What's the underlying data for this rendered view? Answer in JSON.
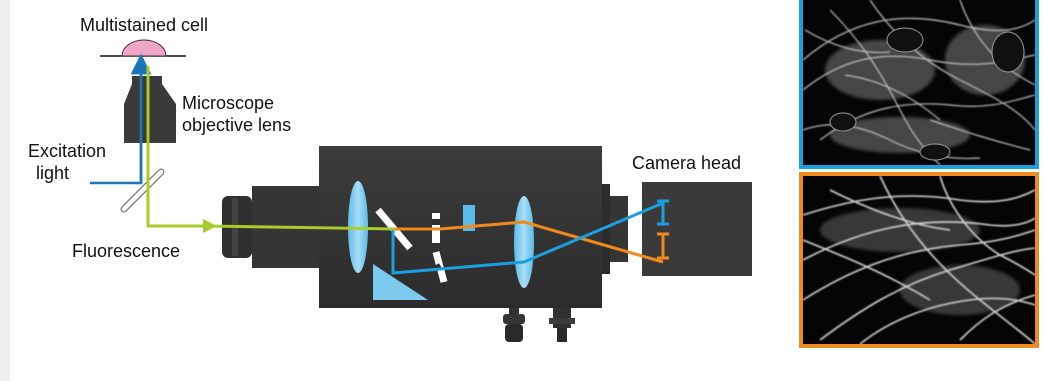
{
  "labels": {
    "sample": "Multistained cell",
    "objective_line1": "Microscope",
    "objective_line2": "objective lens",
    "excitation_line1": "Excitation",
    "excitation_line2": "light",
    "fluorescence": "Fluorescence",
    "camera": "Camera head"
  },
  "colors": {
    "fluorescence_path": "#a8cc2a",
    "excitation_path": "#1b75bb",
    "channel_a": "#1aa0e0",
    "channel_b": "#f08a1c",
    "lens": "#6ec6ee",
    "sample": "#f2a6c7",
    "hardware": "#3a3a3a"
  },
  "panels": [
    {
      "name": "blue-channel-image",
      "border": "#1aa0e0"
    },
    {
      "name": "orange-channel-image",
      "border": "#f08a1c"
    }
  ]
}
